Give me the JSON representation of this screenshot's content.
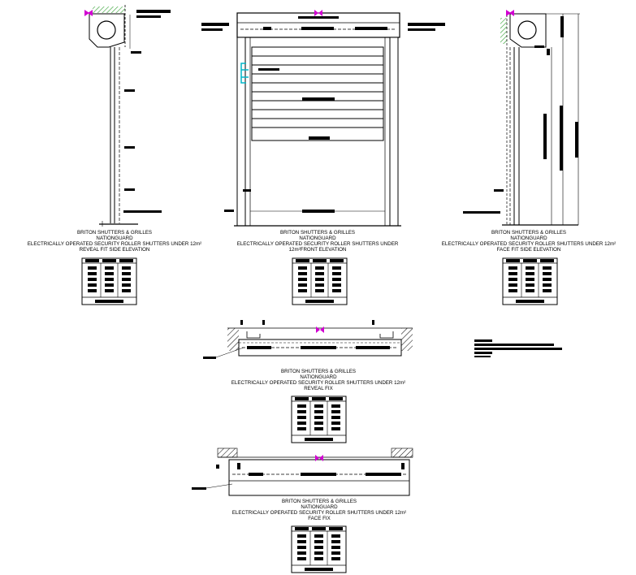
{
  "captions": {
    "reveal_side": {
      "brand": "BRITON SHUTTERS & GRILLES",
      "product": "NATIONGUARD",
      "desc": "ELECTRICALLY OPERATED SECURITY ROLLER SHUTTERS UNDER 12m²",
      "view": "REVEAL FIT SIDE ELEVATION"
    },
    "front": {
      "brand": "BRITON SHUTTERS & GRILLES",
      "product": "NATIONGUARD",
      "desc": "ELECTRICALLY OPERATED SECURITY ROLLER SHUTTERS UNDER",
      "view": "12m²FRONT ELEVATION"
    },
    "face_side": {
      "brand": "BRITON SHUTTERS & GRILLES",
      "product": "NATIONGUARD",
      "desc": "ELECTRICALLY OPERATED SECURITY ROLLER SHUTTERS UNDER 12m²",
      "view": "FACE FIT SIDE ELEVATION"
    },
    "reveal_fix": {
      "brand": "BRITON SHUTTERS & GRILLES",
      "product": "NATIONGUARD",
      "desc": "ELECTRICALLY OPERATED SECURITY ROLLER SHUTTERS UNDER 12m²",
      "view": "REVEAL FIX"
    },
    "face_fix": {
      "brand": "BRITON SHUTTERS & GRILLES",
      "product": "NATIONGUARD",
      "desc": "ELECTRICALLY OPERATED SECURITY ROLLER SHUTTERS UNDER 12m²",
      "view": "FACE FIX"
    }
  },
  "colors": {
    "line": "#000000",
    "ground_hatch": "#2e9e2e",
    "marker": "#d100d1",
    "fixing": "#00b5c8"
  }
}
